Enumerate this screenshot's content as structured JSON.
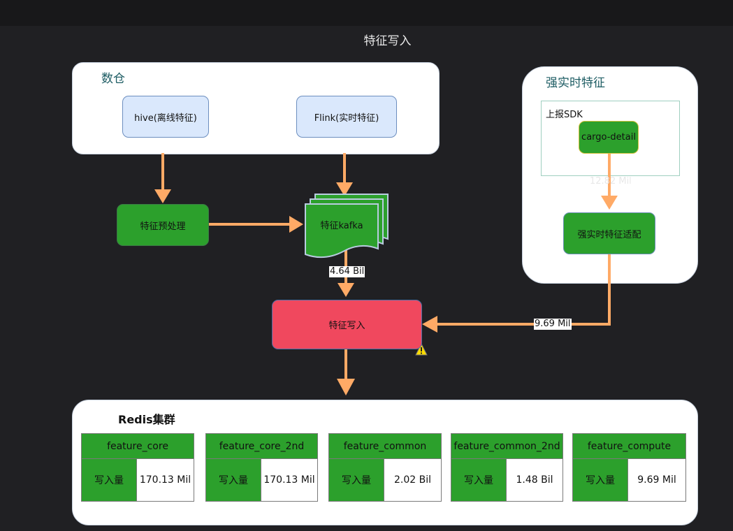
{
  "title": "特征写入",
  "warehouse": {
    "title": "数仓",
    "hive": "hive(离线特征)",
    "flink": "Flink(实时特征)"
  },
  "preprocess": "特征预处理",
  "kafka": "特征kafka",
  "kafka_flow": "4.64 Bil",
  "writer": "特征写入",
  "realtime": {
    "title": "强实时特征",
    "sdk_label": "上报SDK",
    "cargo": "cargo-detail",
    "cargo_flow": "12.82 Mil",
    "adapter": "强实时特征适配",
    "adapter_flow": "9.69 Mil"
  },
  "redis": {
    "title": "Redis集群",
    "tables": [
      {
        "name": "feature_core",
        "key": "写入量",
        "value": "170.13 Mil"
      },
      {
        "name": "feature_core_2nd",
        "key": "写入量",
        "value": "170.13 Mil"
      },
      {
        "name": "feature_common",
        "key": "写入量",
        "value": "2.02 Bil"
      },
      {
        "name": "feature_common_2nd",
        "key": "写入量",
        "value": "1.48 Bil"
      },
      {
        "name": "feature_compute",
        "key": "写入量",
        "value": "9.69 Mil"
      }
    ]
  },
  "colors": {
    "arrow": "#ffaa66",
    "node_green": "#2ca02c",
    "node_red": "#f0485e",
    "node_blue": "#dae8fc",
    "warning": "#ffdd00"
  }
}
